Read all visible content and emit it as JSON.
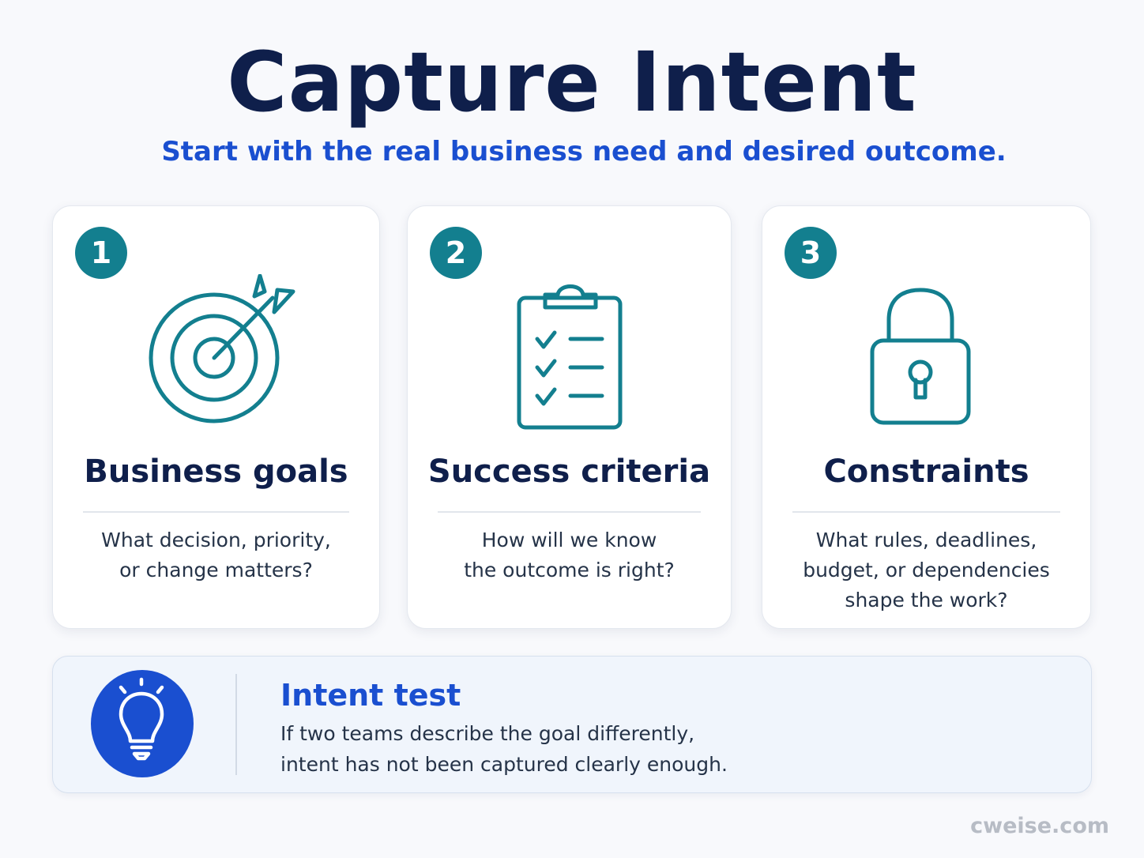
{
  "header": {
    "title": "Capture Intent",
    "subtitle": "Start with the real business need and desired outcome."
  },
  "colors": {
    "navy": "#0f1f4b",
    "blue": "#1a4fd0",
    "teal": "#137f8f"
  },
  "cards": [
    {
      "number": "1",
      "icon": "target-icon",
      "title": "Business goals",
      "desc_lines": [
        "What decision, priority,",
        "or change matters?"
      ]
    },
    {
      "number": "2",
      "icon": "clipboard-checklist-icon",
      "title": "Success criteria",
      "desc_lines": [
        "How will we know",
        "the outcome is right?"
      ]
    },
    {
      "number": "3",
      "icon": "padlock-icon",
      "title": "Constraints",
      "desc_lines": [
        "What rules, deadlines,",
        "budget, or dependencies",
        "shape the work?"
      ]
    }
  ],
  "tip": {
    "icon": "lightbulb-icon",
    "title": "Intent test",
    "lines": [
      "If two teams describe the goal differently,",
      "intent has not been captured clearly enough."
    ]
  },
  "watermark": "cweise.com"
}
